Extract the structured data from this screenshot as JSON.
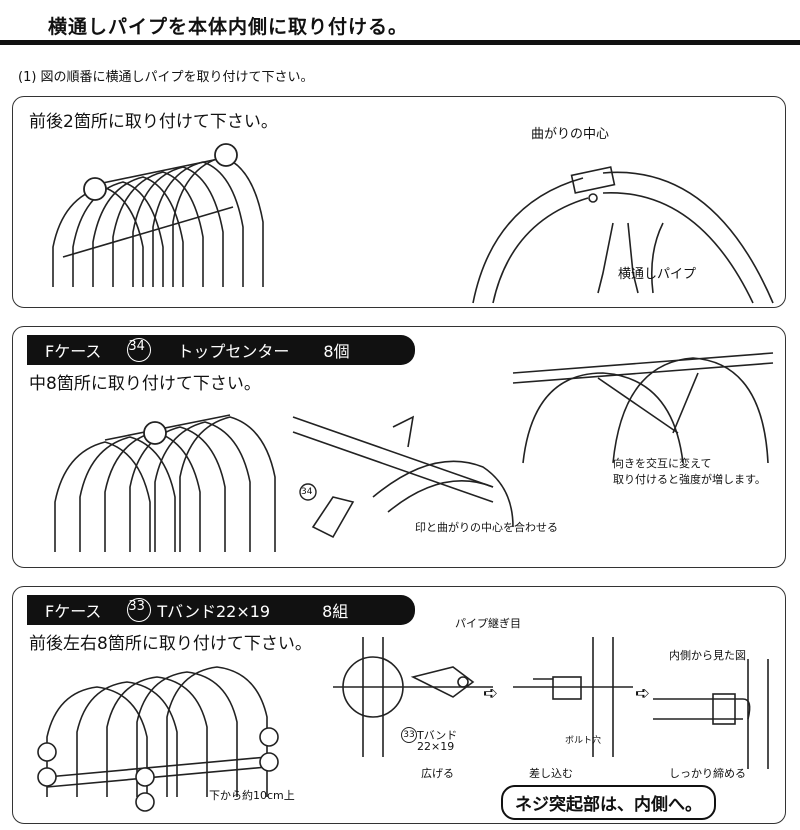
{
  "header": {
    "title": "横通しパイプを本体内側に取り付ける。"
  },
  "intro": {
    "text": "(1)  図の順番に横通しパイプを取り付けて下さい。"
  },
  "panel1": {
    "instruction": "前後2箇所に取り付けて下さい。",
    "callout_center": "曲がりの中心",
    "callout_pipe": "横通しパイプ"
  },
  "panel2": {
    "label": {
      "case": "Fケース",
      "part_no": "34",
      "part_name": "トップセンター",
      "qty": "8個"
    },
    "instruction": "中8箇所に取り付けて下さい。",
    "callout_part": "34",
    "callout_align": "印と曲がりの中心を合わせる",
    "callout_note_1": "向きを交互に変えて",
    "callout_note_2": "取り付けると強度が増します。"
  },
  "panel3": {
    "label": {
      "case": "Fケース",
      "part_no": "33",
      "part_name": "Tバンド22×19",
      "qty": "8組"
    },
    "instruction": "前後左右8箇所に取り付けて下さい。",
    "callout_joint": "パイプ継ぎ目",
    "callout_inside_view": "内側から見た図",
    "part_name_1": "Tバンド",
    "part_size": "22×19",
    "callout_bolt_hole": "ボルト穴",
    "step_1": "広げる",
    "step_2": "差し込む",
    "step_3": "しっかり締める",
    "callout_height": "下から約10cm上",
    "warning": "ネジ突起部は、内側へ。"
  }
}
